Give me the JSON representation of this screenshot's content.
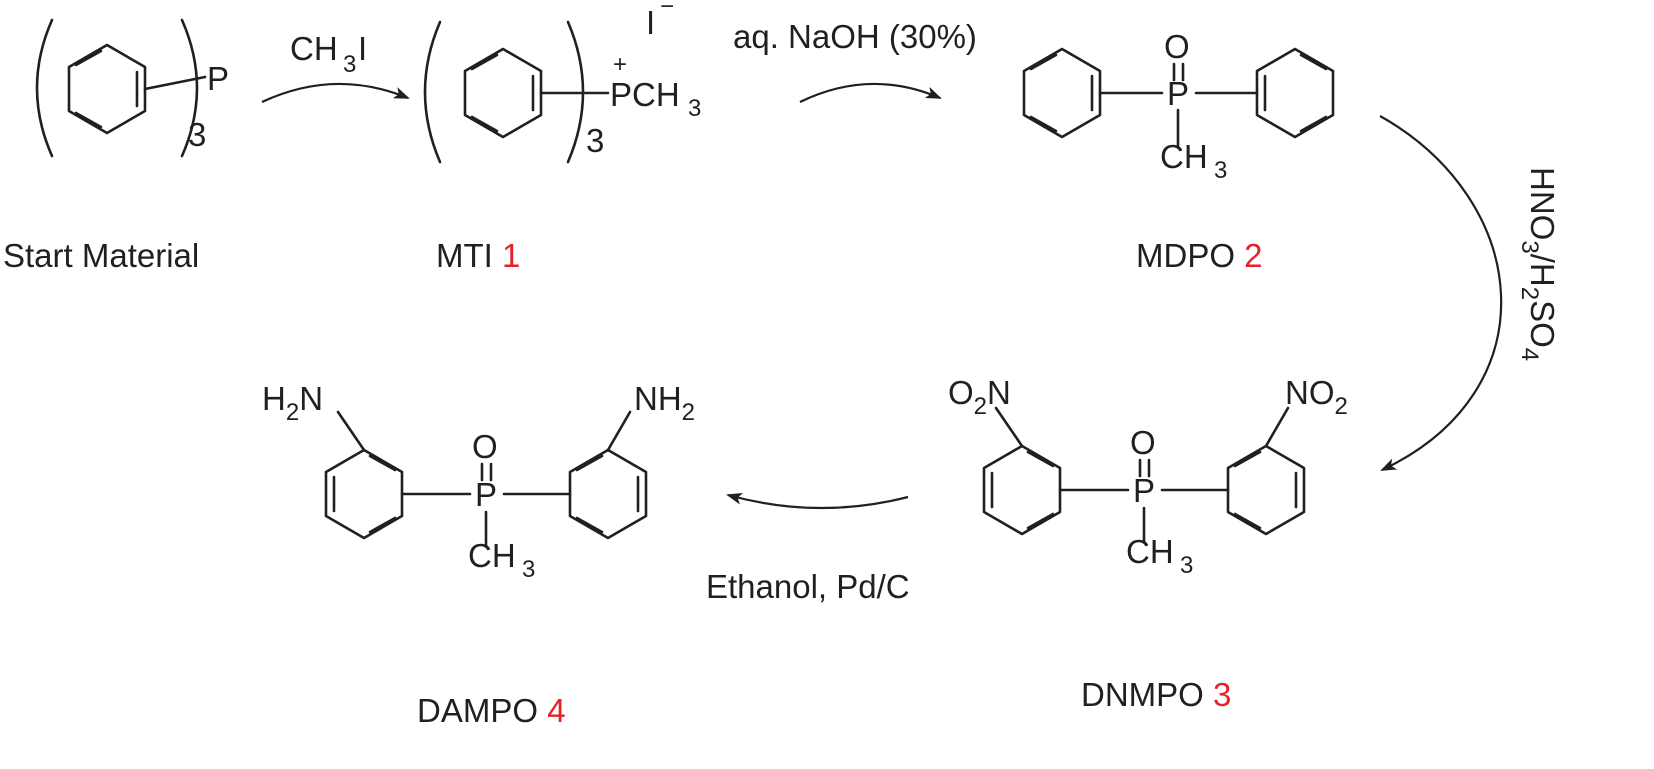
{
  "colors": {
    "ink": "#231f20",
    "compound_number": "#e8202a",
    "background": "#ffffff"
  },
  "atoms": {
    "P": "P",
    "O": "O",
    "CH": "CH",
    "PCH": "PCH",
    "H": "H",
    "N": "N",
    "NH": "NH",
    "NO": "NO",
    "plus": "+",
    "iodide": "I",
    "minus": "−",
    "bracket_count": "3",
    "sub3": "3",
    "sub2": "2"
  },
  "compounds": {
    "start": {
      "name": "Start Material"
    },
    "mti": {
      "name": "MTI",
      "number": "1"
    },
    "mdpo": {
      "name": "MDPO",
      "number": "2"
    },
    "dnmpo": {
      "name": "DNMPO",
      "number": "3"
    },
    "dampo": {
      "name": "DAMPO",
      "number": "4"
    }
  },
  "reagents": {
    "step1": {
      "main": "CH",
      "sub": "3",
      "tail": "I"
    },
    "step2": "aq. NaOH (30%)",
    "step3": {
      "a": "HNO",
      "a_sub": "3",
      "b": "/H",
      "b_sub": "2",
      "c": "SO",
      "c_sub": "4"
    },
    "step4": "Ethanol, Pd/C"
  }
}
